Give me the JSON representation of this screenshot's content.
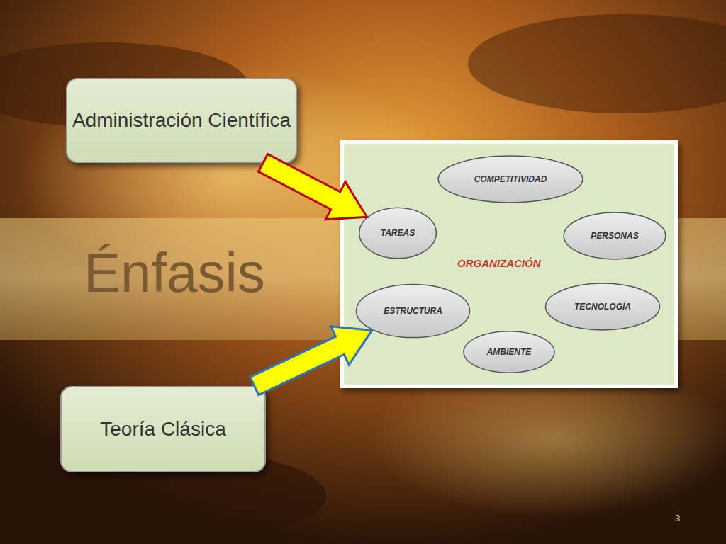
{
  "diagram": {
    "title": "Énfasis",
    "nodes": [
      {
        "text": [
          "Administración Científica"
        ]
      },
      {
        "text": [
          "ORGANIZACIÓN"
        ]
      },
      {
        "text": [
          "COMPETITIVIDAD"
        ],
        "in": 1
      },
      {
        "text": [
          "TAREAS"
        ],
        "in": 1
      },
      {
        "text": [
          "PERSONAS"
        ],
        "in": 1
      },
      {
        "text": [
          "ESTRUCTURA"
        ],
        "in": 1
      },
      {
        "text": [
          "TECNOLOGÍA"
        ],
        "in": 1
      },
      {
        "text": [
          "AMBIENTE"
        ],
        "in": 1
      },
      {
        "text": [
          "Teoría Clásica"
        ]
      }
    ],
    "edges": [
      {
        "from": 0,
        "to": 3,
        "arrow": "to"
      },
      {
        "from": 8,
        "to": 5,
        "arrow": "to"
      }
    ],
    "labels": [
      "3"
    ]
  }
}
